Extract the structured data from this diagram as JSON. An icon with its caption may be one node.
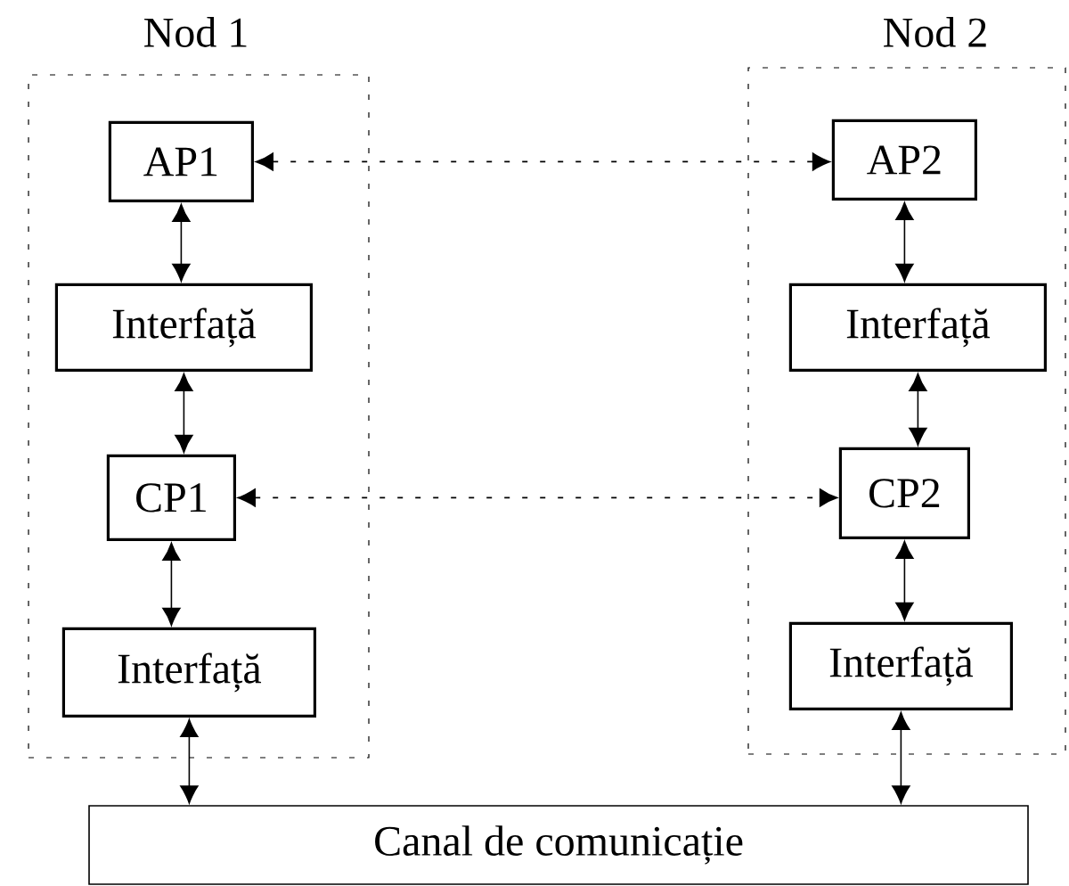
{
  "diagram": {
    "nodes": [
      {
        "text": [
          "Nod 1"
        ]
      },
      {
        "text": [
          "AP1"
        ],
        "in": 0
      },
      {
        "text": [
          "Interfață"
        ],
        "in": 0
      },
      {
        "text": [
          "CP1"
        ],
        "in": 0
      },
      {
        "text": [
          "Interfață"
        ],
        "in": 0
      },
      {
        "text": [
          "Nod 2"
        ]
      },
      {
        "text": [
          "AP2"
        ],
        "in": 5
      },
      {
        "text": [
          "Interfață"
        ],
        "in": 5
      },
      {
        "text": [
          "CP2"
        ],
        "in": 5
      },
      {
        "text": [
          "Interfață"
        ],
        "in": 5
      },
      {
        "text": [
          "Canal de comunicație"
        ]
      }
    ],
    "edges": [
      {
        "from": 1,
        "to": 2,
        "arrow": "both"
      },
      {
        "from": 2,
        "to": 3,
        "arrow": "both"
      },
      {
        "from": 3,
        "to": 4,
        "arrow": "both"
      },
      {
        "from": 4,
        "to": 10,
        "arrow": "both"
      },
      {
        "from": 6,
        "to": 7,
        "arrow": "both"
      },
      {
        "from": 7,
        "to": 8,
        "arrow": "both"
      },
      {
        "from": 8,
        "to": 9,
        "arrow": "both"
      },
      {
        "from": 9,
        "to": 10,
        "arrow": "both"
      },
      {
        "from": 1,
        "to": 6,
        "arrow": "both",
        "style": "dashed"
      },
      {
        "from": 3,
        "to": 8,
        "arrow": "both",
        "style": "dashed"
      }
    ]
  }
}
